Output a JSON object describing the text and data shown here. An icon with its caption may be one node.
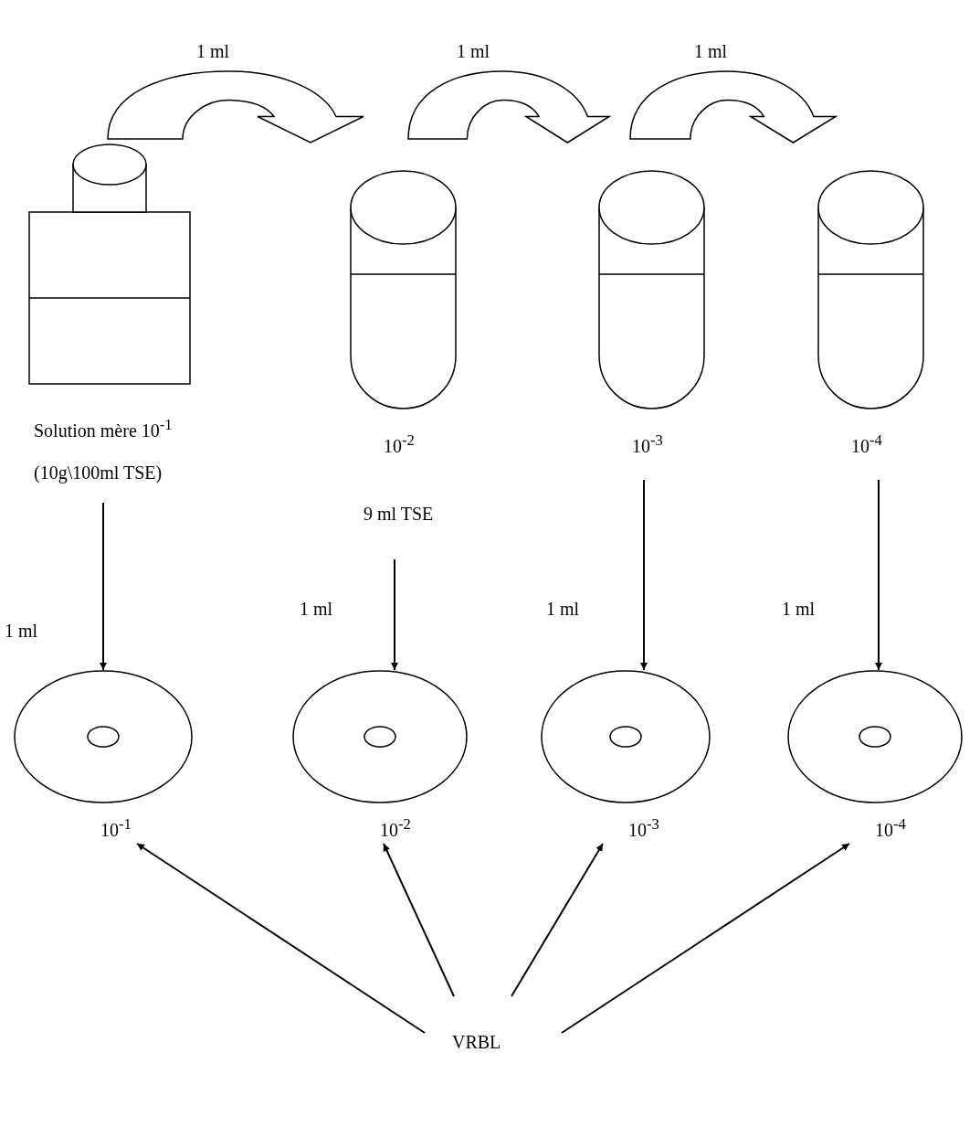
{
  "diagram": {
    "nodes": [
      {
        "text": [],
        "shape": "picture",
        "beside": [
          "Solution mère 10$^{-1}$",
          "(10g\\100ml TSE)"
        ]
      },
      {
        "text": [],
        "shape": "picture",
        "beside": [
          "10$^{-2}$",
          "9 ml TSE"
        ]
      },
      {
        "text": [],
        "shape": "picture",
        "beside": [
          "10$^{-3}$"
        ]
      },
      {
        "text": [],
        "shape": "picture",
        "beside": [
          "10$^{-4}$"
        ]
      },
      {
        "text": [],
        "shape": "picture",
        "beside": [
          "10$^{-1}$"
        ]
      },
      {
        "text": [],
        "shape": "picture",
        "beside": [
          "10$^{-2}$"
        ]
      },
      {
        "text": [],
        "shape": "picture",
        "beside": [
          "10$^{-3}$"
        ]
      },
      {
        "text": [],
        "shape": "picture",
        "beside": [
          "10$^{-4}$"
        ]
      },
      {
        "text": [
          "VRBL"
        ]
      }
    ],
    "edges": [
      {
        "from": 0,
        "to": 1,
        "arrow": "to",
        "label": "1 ml",
        "style": "thick"
      },
      {
        "from": 1,
        "to": 2,
        "arrow": "to",
        "label": "1 ml",
        "style": "thick"
      },
      {
        "from": 2,
        "to": 3,
        "arrow": "to",
        "label": "1 ml",
        "style": "thick"
      },
      {
        "from": 0,
        "to": 4,
        "arrow": "to",
        "label": "1 ml"
      },
      {
        "from": 1,
        "to": 5,
        "arrow": "to",
        "label": "1 ml"
      },
      {
        "from": 2,
        "to": 6,
        "arrow": "to",
        "label": "1 ml"
      },
      {
        "from": 3,
        "to": 7,
        "arrow": "to",
        "label": "1 ml"
      },
      {
        "from": 8,
        "to": 4,
        "arrow": "to"
      },
      {
        "from": 8,
        "to": 5,
        "arrow": "to"
      },
      {
        "from": 8,
        "to": 6,
        "arrow": "to"
      },
      {
        "from": 8,
        "to": 7,
        "arrow": "to"
      }
    ]
  }
}
